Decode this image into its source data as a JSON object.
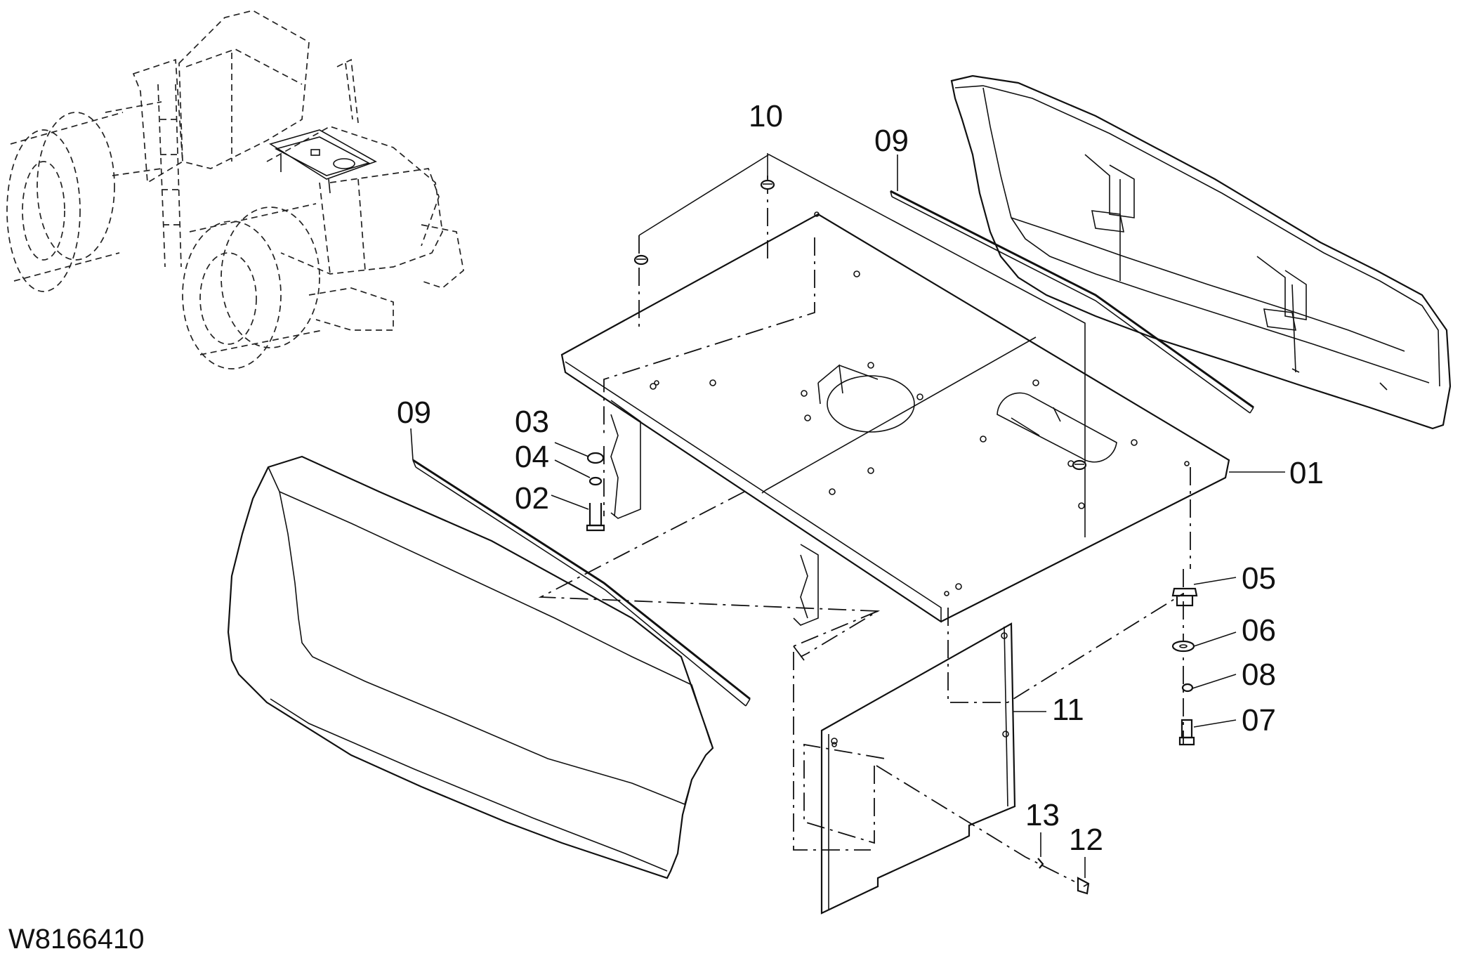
{
  "labels": {
    "p01": "01",
    "p02": "02",
    "p03": "03",
    "p04": "04",
    "p05": "05",
    "p06": "06",
    "p07": "07",
    "p08": "08",
    "p09_left": "09",
    "p09_right": "09",
    "p10": "10",
    "p11": "11",
    "p12": "12",
    "p13": "13"
  },
  "drawing_number": "W8166410",
  "colors": {
    "line": "#111111",
    "background": "#ffffff"
  }
}
